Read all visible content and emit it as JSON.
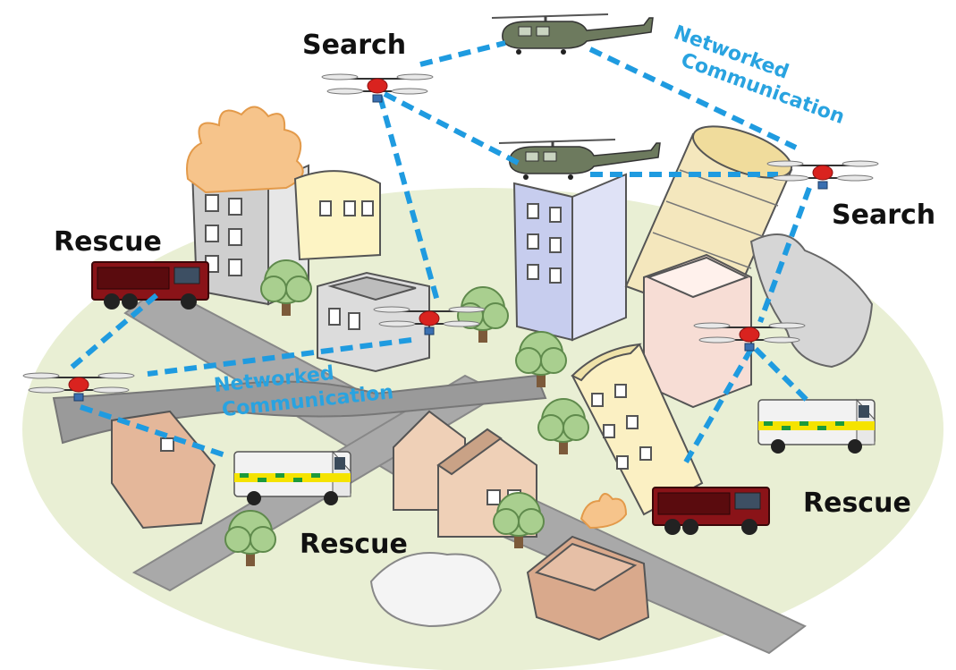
{
  "labels": {
    "search_top": "Search",
    "search_right": "Search",
    "rescue_left": "Rescue",
    "rescue_bottom": "Rescue",
    "rescue_right": "Rescue",
    "network_top_line1": "Networked",
    "network_top_line2": "Communication",
    "network_mid_line1": "Networked",
    "network_mid_line2": "Communication"
  },
  "colors": {
    "link": "#1f9be0",
    "ground": "#e9efd4",
    "road": "#a9a9a9",
    "drone_body": "#d9231f",
    "fire": "#f6c48b"
  }
}
